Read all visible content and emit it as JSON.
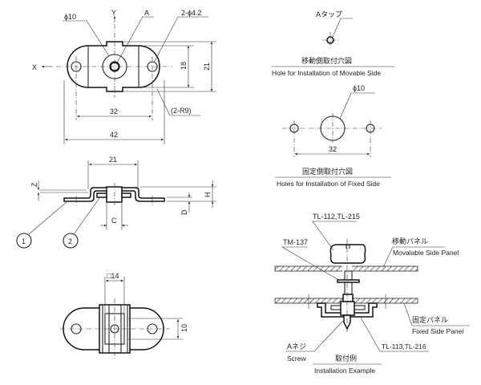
{
  "top_view": {
    "phi10": "ϕ10",
    "y_axis": "Y",
    "a_label": "A",
    "holes": "2-ϕ4.2",
    "x_axis": "X",
    "dim18": "18",
    "dim21": "21",
    "dim32": "32",
    "r9": "(2-R9)",
    "dim42": "42"
  },
  "side_view": {
    "dim21": "21",
    "z": "Z",
    "h": "H",
    "d": "D",
    "c": "C",
    "part1": "1",
    "part2": "2"
  },
  "bottom_view": {
    "square14": "□14",
    "dim10": "10"
  },
  "movable_hole": {
    "tap": "Aタップ",
    "title_ja": "移動側取付穴図",
    "title_en": "Hole for Installation of Movable Side"
  },
  "fixed_hole": {
    "phi10": "ϕ10",
    "dim32": "32",
    "title_ja": "固定側取付穴図",
    "title_en": "Holes for Installation of Fixed Side"
  },
  "installation": {
    "knob": "TL-112,TL-215",
    "washer": "TM-137",
    "movable_ja": "移動パネル",
    "movable_en": "Movalable Side Panel",
    "fixed_ja": "固定パネル",
    "fixed_en": "Fixed Side Panel",
    "screw_ja": "Aネジ",
    "screw_en": "Screw",
    "title_ja": "取付例",
    "title_en": "Installation Example",
    "bracket": "TL-113,TL-216"
  }
}
